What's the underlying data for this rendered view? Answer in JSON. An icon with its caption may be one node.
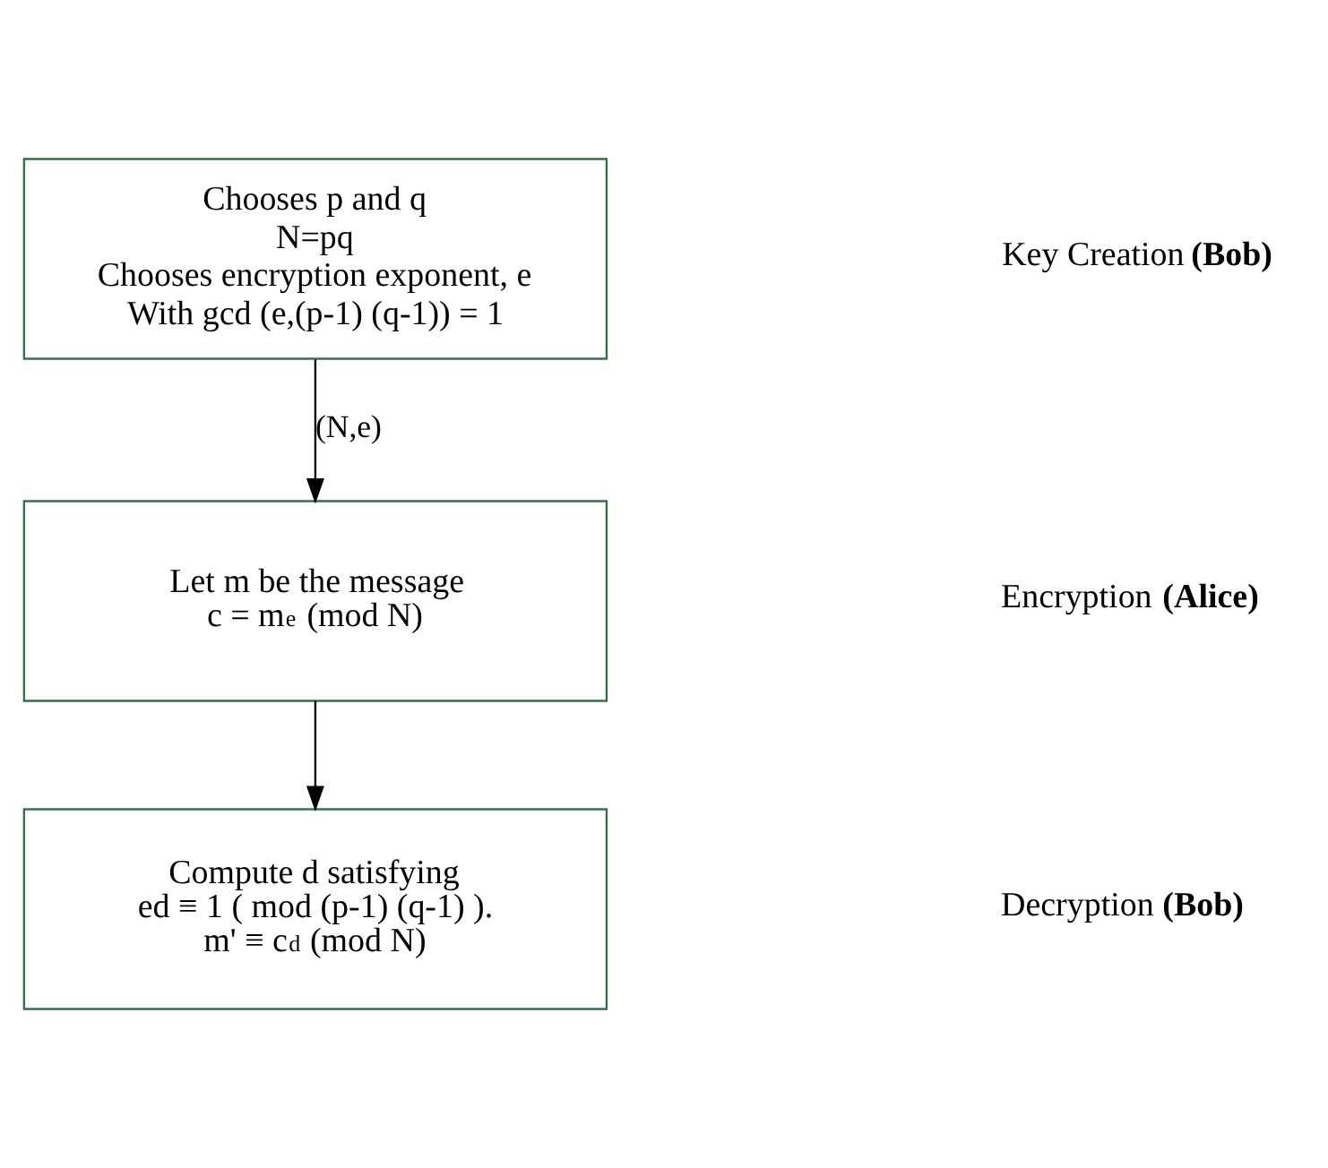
{
  "diagram": {
    "nodes": [
      {
        "text": [
          "Chooses p and q",
          "N=pq",
          "Chooses encryption exponent, e",
          "With gcd (e,(p-1) (q-1)) = 1"
        ]
      },
      {
        "text": [
          "Let m be the message",
          "c = m$^{e}$ (mod N)"
        ]
      },
      {
        "text": [
          "Compute d satisfying",
          "ed ≡ 1 ( mod (p-1) (q-1) ).",
          "m' ≡ c$^{d}$ (mod N)"
        ]
      }
    ],
    "edges": [
      {
        "from": 0,
        "to": 1,
        "arrow": "to",
        "label": "(N,e)"
      },
      {
        "from": 1,
        "to": 2,
        "arrow": "to"
      }
    ],
    "labels": [
      "Key Creation **(Bob)**",
      "Encryption **(Alice)**",
      "Decryption **(Bob)**"
    ]
  }
}
